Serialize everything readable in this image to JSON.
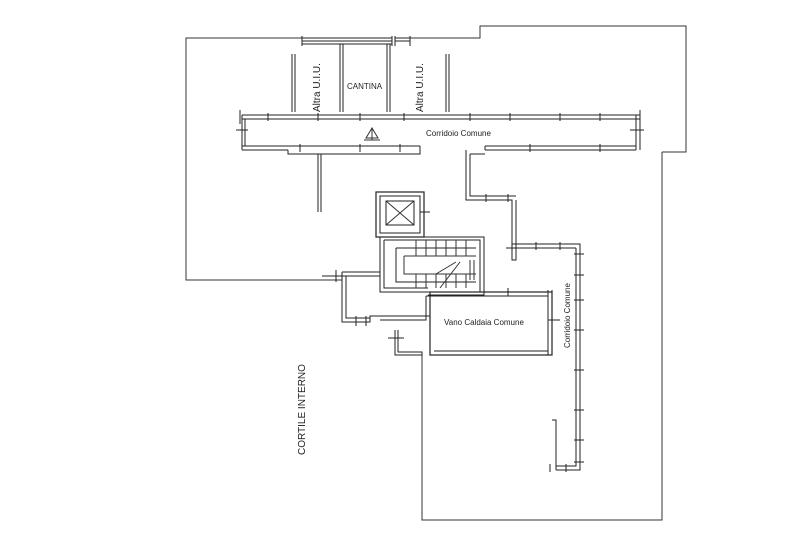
{
  "plan": {
    "labels": {
      "altra_left": "Altra U.I.U.",
      "cantina": "CANTINA",
      "altra_right": "Altra U.I.U.",
      "corridoio_top": "Corridoio Comune",
      "vano_caldaia": "Vano Caldaia Comune",
      "corridoio_right": "Corridoio Comune",
      "cortile": "CORTILE INTERNO"
    }
  }
}
